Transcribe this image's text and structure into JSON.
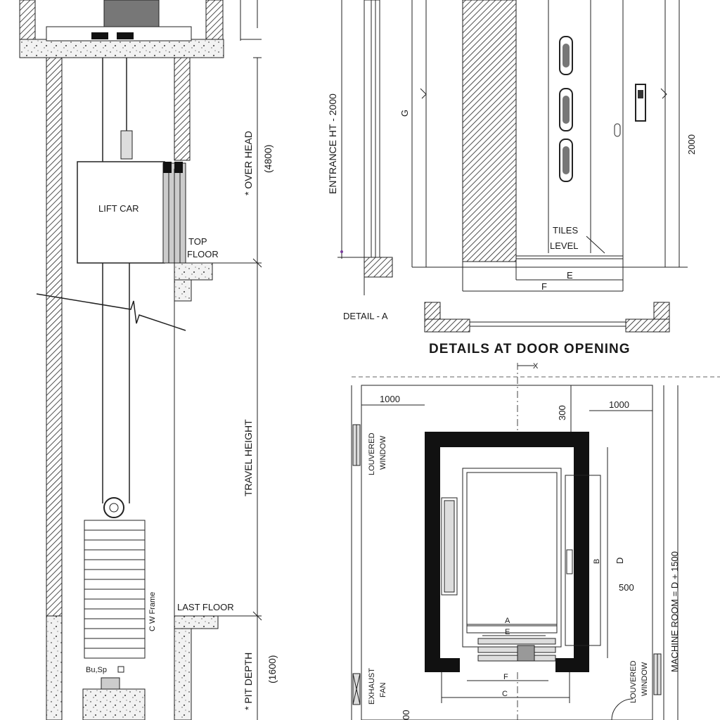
{
  "section": {
    "lift_car": "LIFT CAR",
    "top_floor_1": "TOP",
    "top_floor_2": "FLOOR",
    "last_floor": "LAST FLOOR",
    "over_head": "* OVER HEAD",
    "over_head_val": "(4800)",
    "travel_height": "TRAVEL HEIGHT",
    "pit_depth": "* PIT DEPTH",
    "pit_depth_val": "(1600)",
    "cw_frame": "C W Frame",
    "buffer": "Bu,Sp"
  },
  "door": {
    "title": "DETAILS AT DOOR OPENING",
    "entrance": "ENTRANCE  HT - 2000",
    "g": "G",
    "h2000": "2000",
    "tiles_1": "TILES",
    "tiles_2": "LEVEL",
    "e": "E",
    "f": "F",
    "detail_a": "DETAIL - A"
  },
  "plan": {
    "x_mark": "X",
    "d1000_left": "1000",
    "d1000_right": "1000",
    "d300": "300",
    "louvered_1a": "LOUVERED",
    "louvered_1b": "WINDOW",
    "louvered_2a": "LOUVERED",
    "louvered_2b": "WINDOW",
    "exhaust_a": "EXHAUST",
    "exhaust_b": "FAN",
    "machine_room": "MACHINE ROOM = D + 1500",
    "d": "D",
    "b": "B",
    "d500": "500",
    "a": "A",
    "e": "E",
    "f": "F",
    "c": "C",
    "d00": "00"
  }
}
